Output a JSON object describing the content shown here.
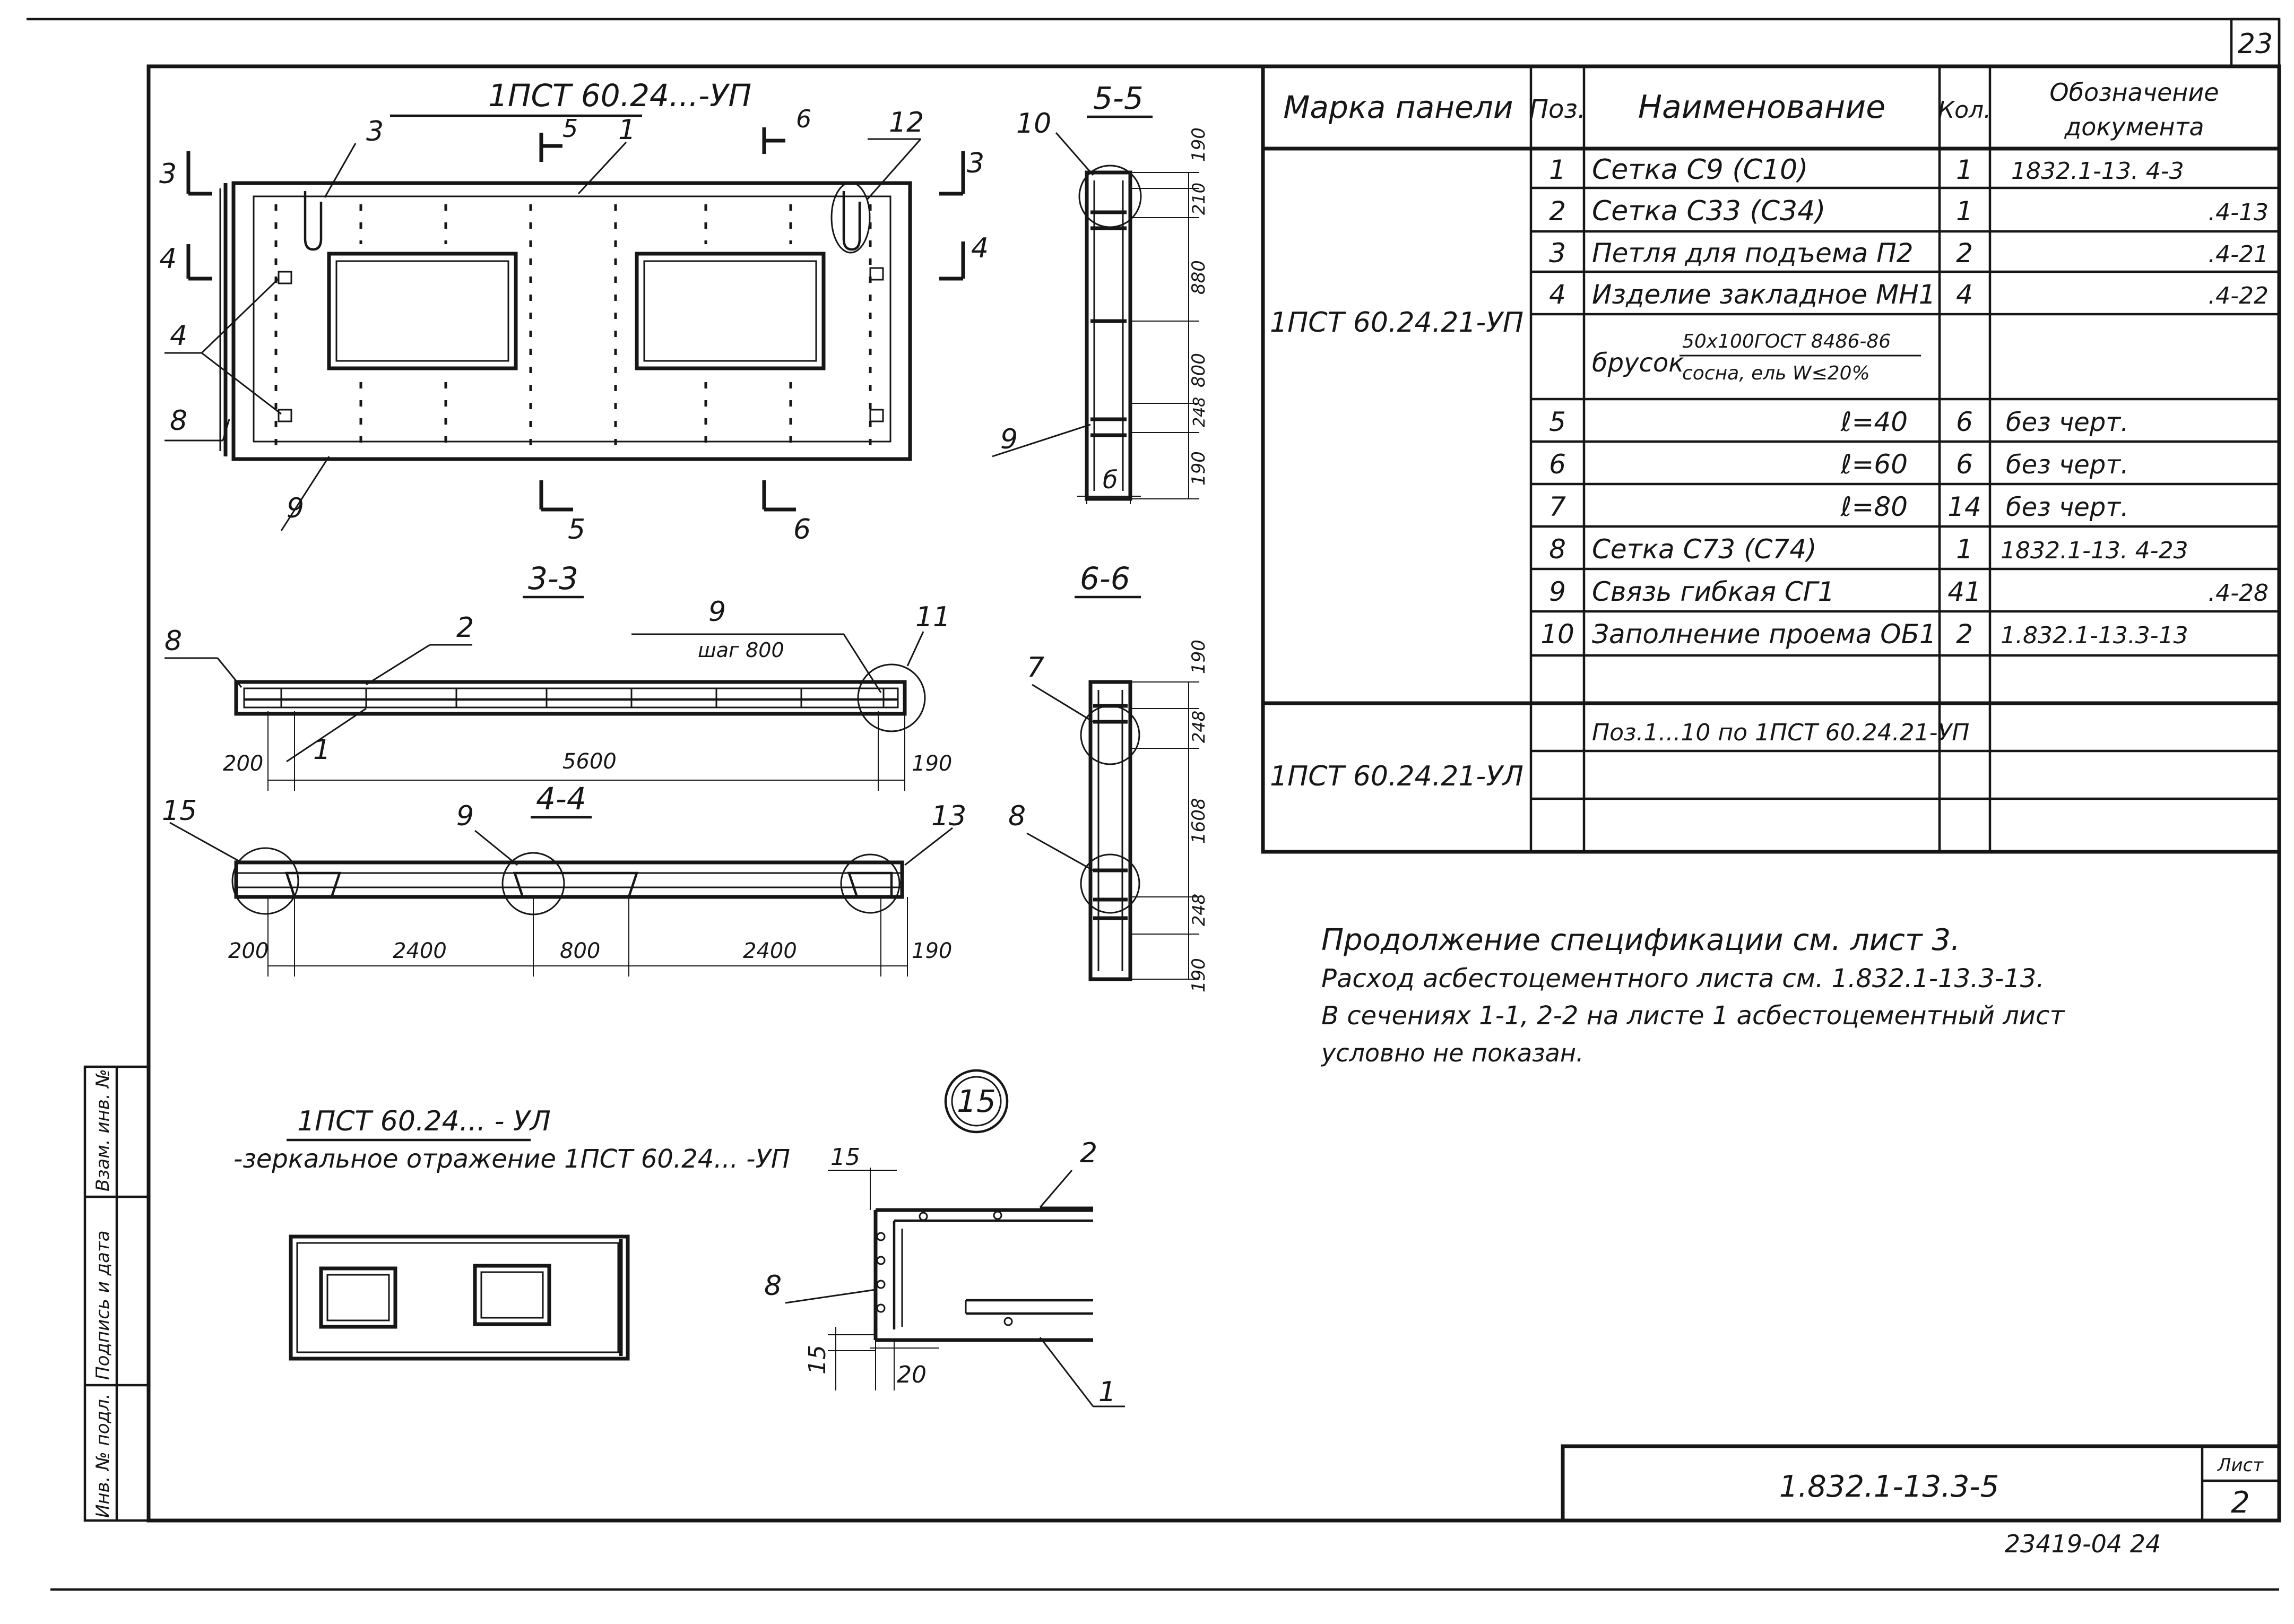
{
  "sheet": {
    "page_number": "23",
    "list_label": "Лист",
    "list_number": "2",
    "doc_code": "1.832.1-13.3-5",
    "archive_number": "23419-04 24"
  },
  "side_stamp": {
    "inv_podl": "Инв. № подл.",
    "podpis": "Подпись и дата",
    "vzam": "Взам. инв. №"
  },
  "table": {
    "headers": {
      "mark": "Марка панели",
      "pos": "Поз.",
      "name": "Наименование",
      "qty": "Кол.",
      "doc_line1": "Обозначение",
      "doc_line2": "документа"
    },
    "group1_mark": "1ПСТ 60.24.21-УП",
    "rows": [
      {
        "pos": "1",
        "name": "Сетка С9 (С10)",
        "qty": "1",
        "doc": "1832.1-13. 4-3"
      },
      {
        "pos": "2",
        "name": "Сетка С33 (С34)",
        "qty": "1",
        "doc": ".4-13"
      },
      {
        "pos": "3",
        "name": "Петля для подъема П2",
        "qty": "2",
        "doc": ".4-21"
      },
      {
        "pos": "4",
        "name": "Изделие закладное МН1",
        "qty": "4",
        "doc": ".4-22"
      },
      {
        "pos": "",
        "name_prefix": "брусок",
        "name_top": "50x100ГОСТ 8486-86",
        "name_bottom": "сосна, ель W≤20%",
        "qty": "",
        "doc": ""
      },
      {
        "pos": "5",
        "name": "ℓ=40",
        "qty": "6",
        "doc": "без черт."
      },
      {
        "pos": "6",
        "name": "ℓ=60",
        "qty": "6",
        "doc": "без черт."
      },
      {
        "pos": "7",
        "name": "ℓ=80",
        "qty": "14",
        "doc": "без черт."
      },
      {
        "pos": "8",
        "name": "Сетка С73 (С74)",
        "qty": "1",
        "doc": "1832.1-13. 4-23"
      },
      {
        "pos": "9",
        "name": "Связь гибкая СГ1",
        "qty": "41",
        "doc": ".4-28"
      },
      {
        "pos": "10",
        "name": "Заполнение проема ОБ1",
        "qty": "2",
        "doc": "1.832.1-13.3-13"
      }
    ],
    "group2_mark": "1ПСТ 60.24.21-УЛ",
    "group2_note": "Поз.1...10 по 1ПСТ 60.24.21-УП"
  },
  "notes": [
    "Продолжение спецификации см. лист 3.",
    "Расход асбестоцементного листа см. 1.832.1-13.3-13.",
    "В сечениях 1-1, 2-2 на листе 1 асбестоцементный лист",
    "условно не показан."
  ],
  "views": {
    "main_title": "1ПСТ 60.24...-УП",
    "section_3": "3-3",
    "section_4": "4-4",
    "section_5": "5-5",
    "section_6": "6-6",
    "step_label": "шаг 800",
    "mirror_title": "1ПСТ 60.24... - УЛ",
    "mirror_text": "-зеркальное отражение 1ПСТ 60.24... -УП",
    "detail_id": "15"
  },
  "callouts": {
    "c3": "3",
    "c1": "1",
    "c12": "12",
    "c4": "4",
    "c8": "8",
    "c9": "9",
    "c10": "10",
    "c2": "2",
    "c11": "11",
    "c7": "7",
    "c15": "15",
    "c13": "13",
    "sec3": "3",
    "sec4": "4",
    "sec5": "5",
    "sec6": "6"
  },
  "dims": {
    "d200": "200",
    "d5600": "5600",
    "d190": "190",
    "d2400": "2400",
    "d800": "800",
    "d880": "880",
    "d210": "210",
    "d248": "248",
    "d1608": "1608",
    "d15": "15",
    "d20": "20",
    "b6": "б"
  }
}
